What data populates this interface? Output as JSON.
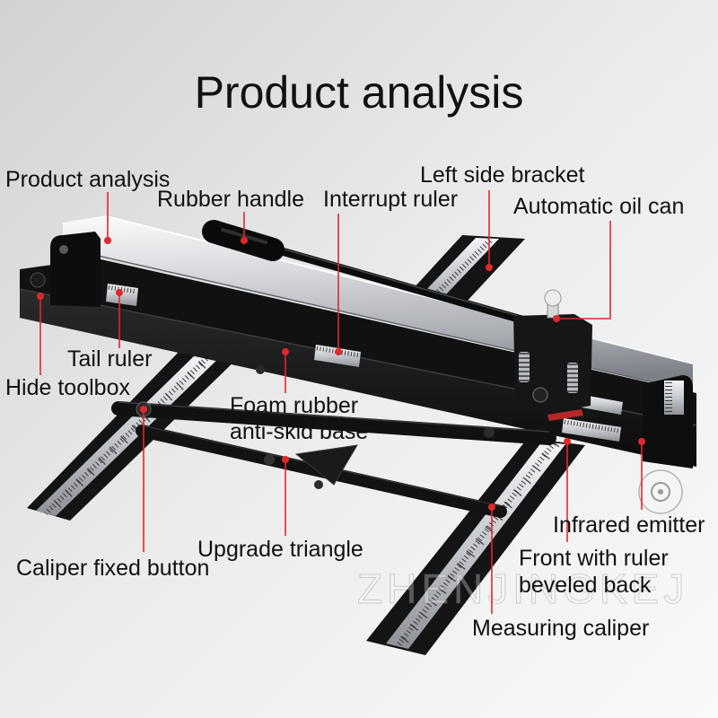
{
  "title": "Product analysis",
  "callouts": {
    "product_analysis": "Product analysis",
    "rubber_handle": "Rubber handle",
    "interrupt_ruler": "Interrupt ruler",
    "left_side_bracket": "Left side bracket",
    "automatic_oil_can": "Automatic oil can",
    "tail_ruler": "Tail ruler",
    "hide_toolbox": "Hide toolbox",
    "foam_rubber": [
      "Foam rubber",
      "anti-skid base"
    ],
    "infrared_emitter": "Infrared emitter",
    "upgrade_triangle": "Upgrade triangle",
    "front_with_ruler": [
      "Front with ruler",
      "beveled back"
    ],
    "caliper_fixed_button": "Caliper fixed button",
    "measuring_caliper": "Measuring caliper"
  },
  "watermark": "ZHENJINGKEJ",
  "colors": {
    "callout": "#e0282d",
    "frame": "#141414",
    "label": "#111111"
  }
}
